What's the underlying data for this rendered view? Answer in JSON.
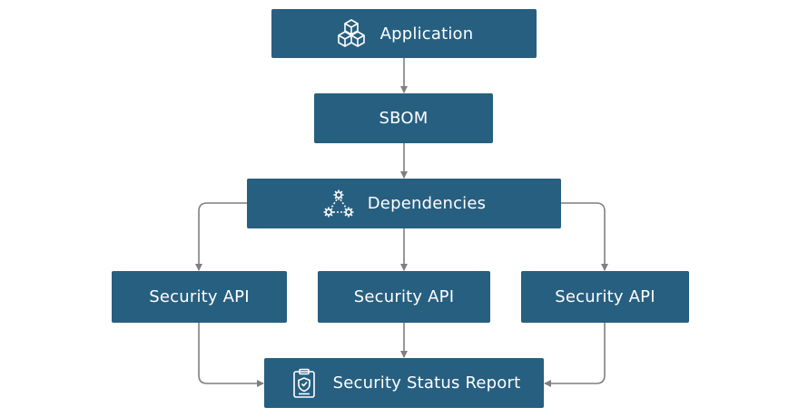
{
  "colors": {
    "box": "#275f80",
    "box_text": "#ffffff",
    "connector": "#7f7f7f"
  },
  "nodes": {
    "application": {
      "label": "Application",
      "icon": "cubes-icon"
    },
    "sbom": {
      "label": "SBOM"
    },
    "dependencies": {
      "label": "Dependencies",
      "icon": "gears-network-icon"
    },
    "security_api_1": {
      "label": "Security API"
    },
    "security_api_2": {
      "label": "Security API"
    },
    "security_api_3": {
      "label": "Security API"
    },
    "security_status_report": {
      "label": "Security Status Report",
      "icon": "clipboard-shield-icon"
    }
  },
  "edges": [
    {
      "from": "application",
      "to": "sbom"
    },
    {
      "from": "sbom",
      "to": "dependencies"
    },
    {
      "from": "dependencies",
      "to": "security_api_1"
    },
    {
      "from": "dependencies",
      "to": "security_api_2"
    },
    {
      "from": "dependencies",
      "to": "security_api_3"
    },
    {
      "from": "security_api_1",
      "to": "security_status_report"
    },
    {
      "from": "security_api_2",
      "to": "security_status_report"
    },
    {
      "from": "security_api_3",
      "to": "security_status_report"
    }
  ]
}
